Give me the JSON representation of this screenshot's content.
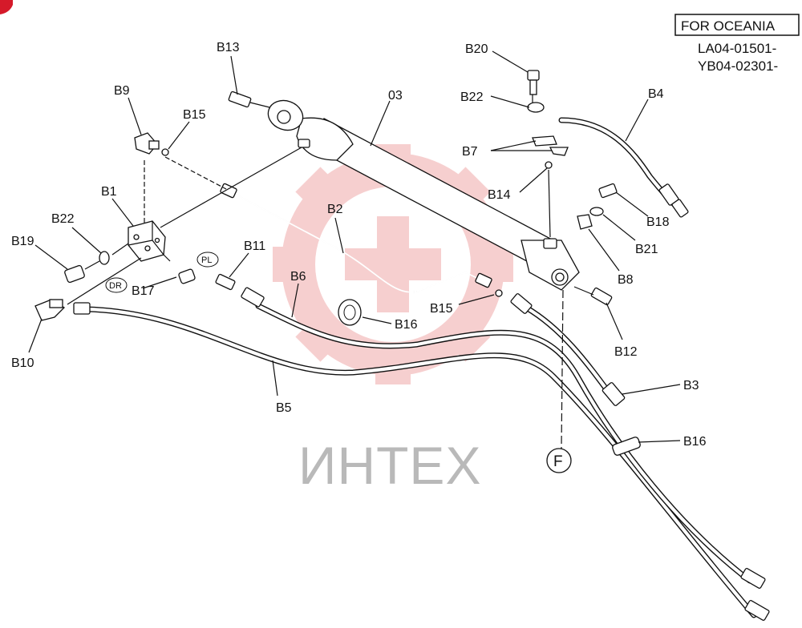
{
  "header": {
    "region_box": "FOR OCEANIA",
    "serial_1": "LA04-01501-",
    "serial_2": "YB04-02301-"
  },
  "watermark": {
    "text": "ИНТЕХ"
  },
  "callouts": {
    "b1": "B1",
    "b2": "B2",
    "b3": "B3",
    "b4": "B4",
    "b5": "B5",
    "b6": "B6",
    "b7": "B7",
    "b8": "B8",
    "b9": "B9",
    "b10": "B10",
    "b11": "B11",
    "b12": "B12",
    "b13": "B13",
    "b14": "B14",
    "b15_left": "B15",
    "b15_right": "B15",
    "b16_mid": "B16",
    "b16_right": "B16",
    "b17": "B17",
    "b18": "B18",
    "b19": "B19",
    "b20": "B20",
    "b21": "B21",
    "b22_left": "B22",
    "b22_right": "B22",
    "p03": "03"
  },
  "port_marks": {
    "pl": "PL",
    "dr": "DR"
  },
  "reference_mark": {
    "f": "F"
  },
  "colors": {
    "line": "#111111",
    "watermark": "#f0a9a9",
    "watermark_text": "#b9b9b9"
  }
}
